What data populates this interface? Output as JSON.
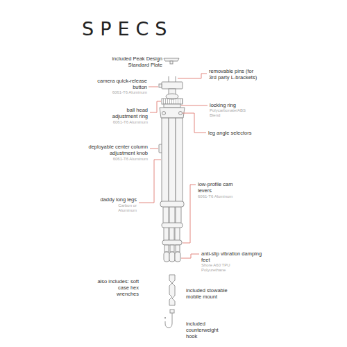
{
  "diagram": {
    "title": "SPECS",
    "labels": [
      "included Peak Design Standard Plate",
      "camera quick-release button",
      "6061-T6 Aluminum",
      "removable pins (for 3rd party L-brackets)",
      "locking ring",
      "Polycarbonate/ABS Blend",
      "ball head adjustment ring",
      "6061-T6 Aluminum",
      "leg angle selectors",
      "deployable center column adjustment knob",
      "6061-T6 Aluminum",
      "low-profile cam levers",
      "6061-T6 Aluminum",
      "daddy long legs",
      "Carbon or Aluminum",
      "anti-slip vibration damping feet",
      "Shore A60 TPU Polyurethane",
      "also includes: soft case hex wrenches",
      "included stowable mobile mount",
      "included counterweight hook"
    ]
  }
}
